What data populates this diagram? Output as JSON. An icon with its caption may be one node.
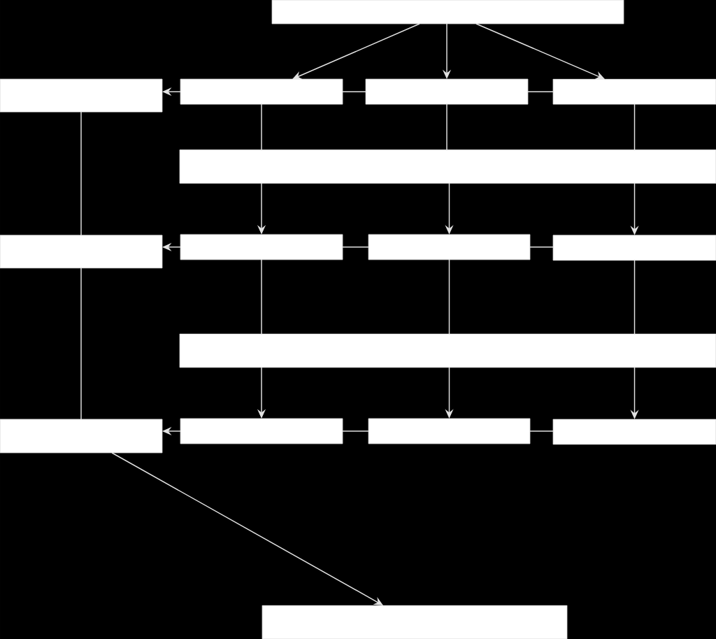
{
  "diagram": {
    "nodes": [
      {
        "text": [],
        "shape": "box"
      },
      {
        "text": [],
        "shape": "box"
      },
      {
        "text": [],
        "shape": "box"
      },
      {
        "text": [],
        "shape": "box"
      },
      {
        "text": [],
        "shape": "box"
      },
      {
        "text": [],
        "shape": "box"
      },
      {
        "text": [],
        "shape": "box"
      },
      {
        "text": [],
        "shape": "box"
      },
      {
        "text": [],
        "shape": "box"
      },
      {
        "text": [],
        "shape": "box"
      },
      {
        "text": [],
        "shape": "box"
      },
      {
        "text": [],
        "shape": "box"
      },
      {
        "text": [],
        "shape": "box"
      },
      {
        "text": [],
        "shape": "box"
      },
      {
        "text": [],
        "shape": "box"
      },
      {
        "text": [],
        "shape": "box"
      }
    ],
    "edges": [
      {
        "from": 0,
        "to": 2,
        "arrow": "to"
      },
      {
        "from": 0,
        "to": 3,
        "arrow": "to"
      },
      {
        "from": 0,
        "to": 4,
        "arrow": "to"
      },
      {
        "from": 2,
        "to": 1,
        "arrow": "to"
      },
      {
        "from": 2,
        "to": 3,
        "arrow": "none"
      },
      {
        "from": 3,
        "to": 4,
        "arrow": "none"
      },
      {
        "from": 1,
        "to": 6,
        "arrow": "none"
      },
      {
        "from": 2,
        "to": 5,
        "arrow": "none"
      },
      {
        "from": 3,
        "to": 5,
        "arrow": "none"
      },
      {
        "from": 4,
        "to": 5,
        "arrow": "none"
      },
      {
        "from": 5,
        "to": 7,
        "arrow": "to"
      },
      {
        "from": 5,
        "to": 8,
        "arrow": "to"
      },
      {
        "from": 5,
        "to": 9,
        "arrow": "to"
      },
      {
        "from": 7,
        "to": 6,
        "arrow": "to"
      },
      {
        "from": 7,
        "to": 8,
        "arrow": "none"
      },
      {
        "from": 8,
        "to": 9,
        "arrow": "none"
      },
      {
        "from": 6,
        "to": 11,
        "arrow": "none"
      },
      {
        "from": 7,
        "to": 10,
        "arrow": "none"
      },
      {
        "from": 8,
        "to": 10,
        "arrow": "none"
      },
      {
        "from": 9,
        "to": 10,
        "arrow": "none"
      },
      {
        "from": 10,
        "to": 12,
        "arrow": "to"
      },
      {
        "from": 10,
        "to": 13,
        "arrow": "to"
      },
      {
        "from": 10,
        "to": 14,
        "arrow": "to"
      },
      {
        "from": 12,
        "to": 11,
        "arrow": "to"
      },
      {
        "from": 12,
        "to": 13,
        "arrow": "none"
      },
      {
        "from": 13,
        "to": 14,
        "arrow": "none"
      },
      {
        "from": 11,
        "to": 15,
        "arrow": "to"
      }
    ]
  }
}
